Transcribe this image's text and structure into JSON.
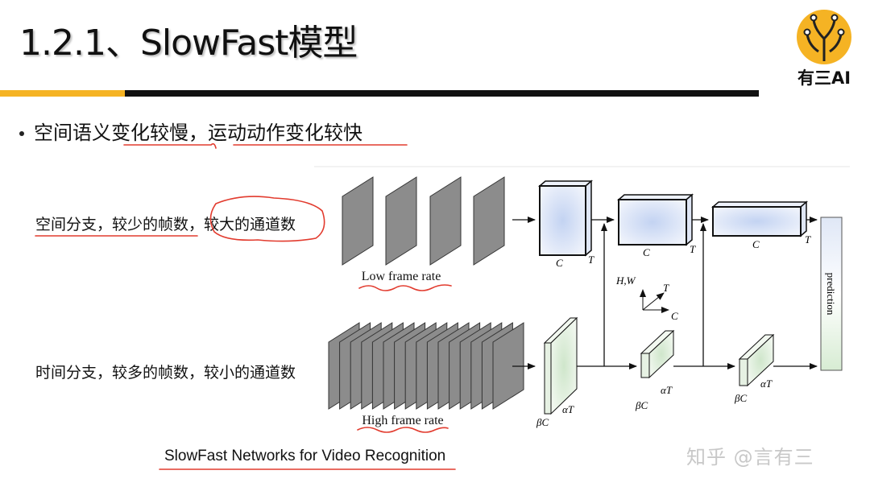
{
  "slide": {
    "title": "1.2.1、SlowFast模型",
    "bullet": {
      "part1": "空间语义",
      "part2": "变化较慢",
      "sep": "，",
      "part3": "运动动作变化较快"
    },
    "logo_text": "有三AI",
    "watermark": "知乎 @言有三",
    "caption": "SlowFast Networks for Video Recognition"
  },
  "diagram": {
    "slow_label_a": "空间分支，较少的帧数，",
    "slow_label_b": "较大的通道数",
    "fast_label": "时间分支，较多的帧数，较小的通道数",
    "low_rate": "Low frame rate",
    "high_rate": "High frame rate",
    "axis_hw": "H,W",
    "axis_t": "T",
    "axis_c": "C",
    "slow_c": "C",
    "slow_t": "T",
    "fast_c": "βC",
    "fast_t": "αT",
    "prediction": "prediction"
  },
  "colors": {
    "accent_yellow": "#f5b324",
    "bar_black": "#111111",
    "annotation_red": "#e23b2e",
    "slow_fill": "#c9d7f0",
    "fast_fill": "#d6ead3",
    "frame_gray": "#8c8c8c"
  }
}
